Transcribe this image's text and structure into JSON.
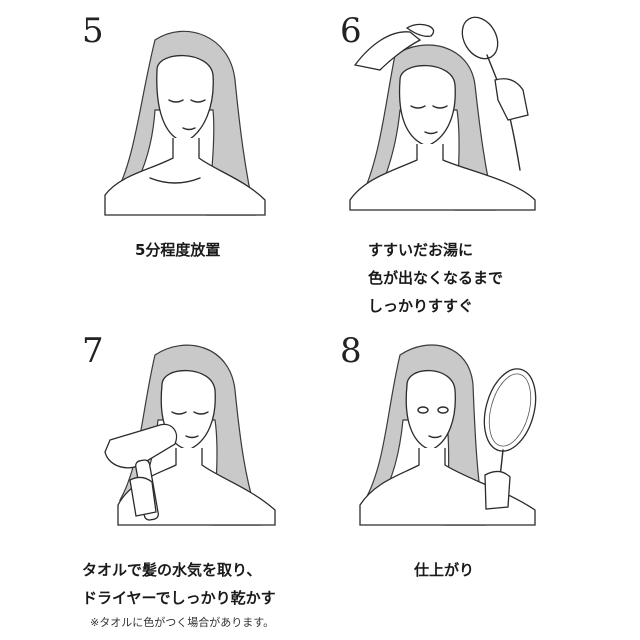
{
  "steps": [
    {
      "number": "5",
      "caption": "5分程度放置",
      "icon": "woman-waiting-icon"
    },
    {
      "number": "6",
      "caption": "すすいだお湯に\n色が出なくなるまで\nしっかりすすぐ",
      "icon": "rinse-shower-icon"
    },
    {
      "number": "7",
      "caption": "タオルで髪の水気を取り、\nドライヤーでしっかり乾かす",
      "note": "※タオルに色がつく場合があります。",
      "icon": "hair-dryer-icon"
    },
    {
      "number": "8",
      "caption": "仕上がり",
      "icon": "hand-mirror-icon"
    }
  ]
}
